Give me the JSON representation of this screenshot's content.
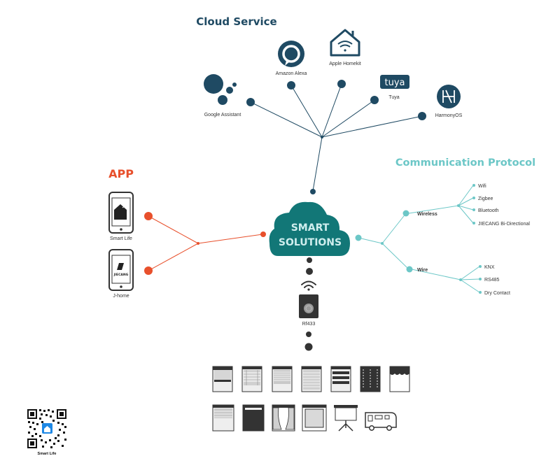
{
  "colors": {
    "navy": "#1f4a63",
    "orange": "#e8502c",
    "teal": "#6cc7c7",
    "cloud": "#127777",
    "dark": "#333333"
  },
  "cloud_service": {
    "title": "Cloud Service",
    "google": "Google Assistant",
    "alexa": "Amazon Alexa",
    "homekit": "Apple Homekit",
    "tuya_logo": "tuya",
    "tuya": "Tuya",
    "harmony": "HarmonyOS"
  },
  "app": {
    "title": "APP",
    "smart_life": "Smart Life",
    "jhome": "J-home",
    "jiecang_logo": "JIECANG"
  },
  "hub": {
    "line1": "SMART",
    "line2": "SOLUTIONS"
  },
  "protocol": {
    "title": "Communication Protocol",
    "wireless": "Wireless",
    "wire": "Wire",
    "wireless_items": [
      "Wifi",
      "Zigbee",
      "Bluetooth",
      "JIECANG Bi-Directional"
    ],
    "wire_items": [
      "KNX",
      "RS485",
      "Dry Contact"
    ]
  },
  "remote": {
    "label": "Rf433"
  },
  "qr": {
    "label": "Smart Life"
  }
}
